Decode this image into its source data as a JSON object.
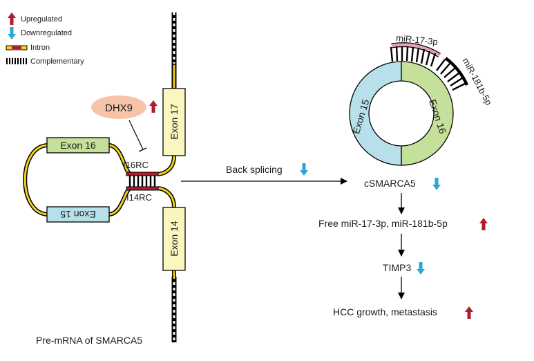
{
  "legend": {
    "upregulated": "Upregulated",
    "downregulated": "Downregulated",
    "intron": "Intron",
    "complementary": "Complementary"
  },
  "pre_mrna": {
    "caption": "Pre-mRNA of SMARCA5",
    "exon17": "Exon 17",
    "exon16": "Exon 16",
    "exon15": "Exon 15",
    "exon14": "Exon 14",
    "i16rc": "I16RC",
    "i14rc": "I14RC",
    "dhx9": "DHX9"
  },
  "process": {
    "back_splicing": "Back splicing"
  },
  "circ": {
    "name": "cSMARCA5",
    "exon15": "Exon 15",
    "exon16": "Exon 16",
    "mir17": "miR-17-3p",
    "mir181": "miR-181b-5p"
  },
  "cascade": {
    "free_mirs": "Free miR-17-3p, miR-181b-5p",
    "timp3": "TIMP3",
    "outcome": "HCC growth, metastasis"
  },
  "colors": {
    "up_arrow": "#b01c2e",
    "down_arrow": "#2aa7d6",
    "intron": "#f2d21b",
    "exon_green": "#c4e09a",
    "exon_blue": "#b7e0ea",
    "exon_yellow": "#fbf6bf",
    "dhx9_fill": "#f7c4a8",
    "mir17_arc": "#e7a3b6"
  }
}
